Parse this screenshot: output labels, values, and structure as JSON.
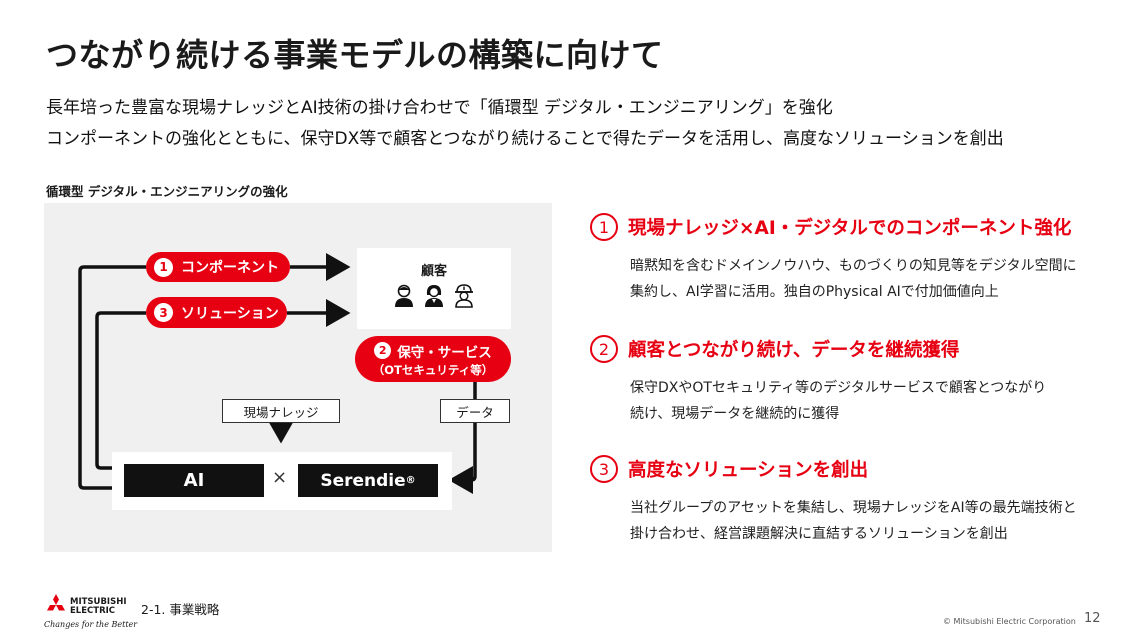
{
  "title": "つながり続ける事業モデルの構築に向けて",
  "subtitle_lines": [
    "長年培った豊富な現場ナレッジとAI技術の掛け合わせで「循環型 デジタル・エンジニアリング」を強化",
    "コンポーネントの強化とともに、保守DX等で顧客とつながり続けることで得たデータを活用し、高度なソリューションを創出"
  ],
  "diagram": {
    "label": "循環型 デジタル・エンジニアリングの強化",
    "pill1": {
      "num": "1",
      "label": "コンポーネント"
    },
    "pill3": {
      "num": "3",
      "label": "ソリューション"
    },
    "pill2": {
      "num": "2",
      "label": "保守・サービス",
      "sub": "（OTセキュリティ等）"
    },
    "customer_label": "顧客",
    "tag_genba": "現場ナレッジ",
    "tag_data": "データ",
    "ai_label": "AI",
    "times": "×",
    "serendie": "Serendie",
    "serendie_mark": "®",
    "colors": {
      "accent": "#e60012",
      "dark": "#111111",
      "panel": "#f0f0f0"
    }
  },
  "points": [
    {
      "num": "1",
      "heading": "現場ナレッジ×AI・デジタルでのコンポーネント強化",
      "body": [
        "暗黙知を含むドメインノウハウ、ものづくりの知見等をデジタル空間に",
        "集約し、AI学習に活用。独自のPhysical AIで付加価値向上"
      ]
    },
    {
      "num": "2",
      "heading": "顧客とつながり続け、データを継続獲得",
      "body": [
        "保守DXやOTセキュリティ等のデジタルサービスで顧客とつながり",
        "続け、現場データを継続的に獲得"
      ]
    },
    {
      "num": "3",
      "heading": "高度なソリューションを創出",
      "body": [
        "当社グループのアセットを集結し、現場ナレッジをAI等の最先端技術と",
        "掛け合わせ、経営課題解決に直結するソリューションを創出"
      ]
    }
  ],
  "footer": {
    "logo_line1": "MITSUBISHI",
    "logo_line2": "ELECTRIC",
    "tagline": "Changes for the Better",
    "section": "2-1. 事業戦略",
    "copyright": "© Mitsubishi Electric Corporation",
    "page": "12"
  }
}
